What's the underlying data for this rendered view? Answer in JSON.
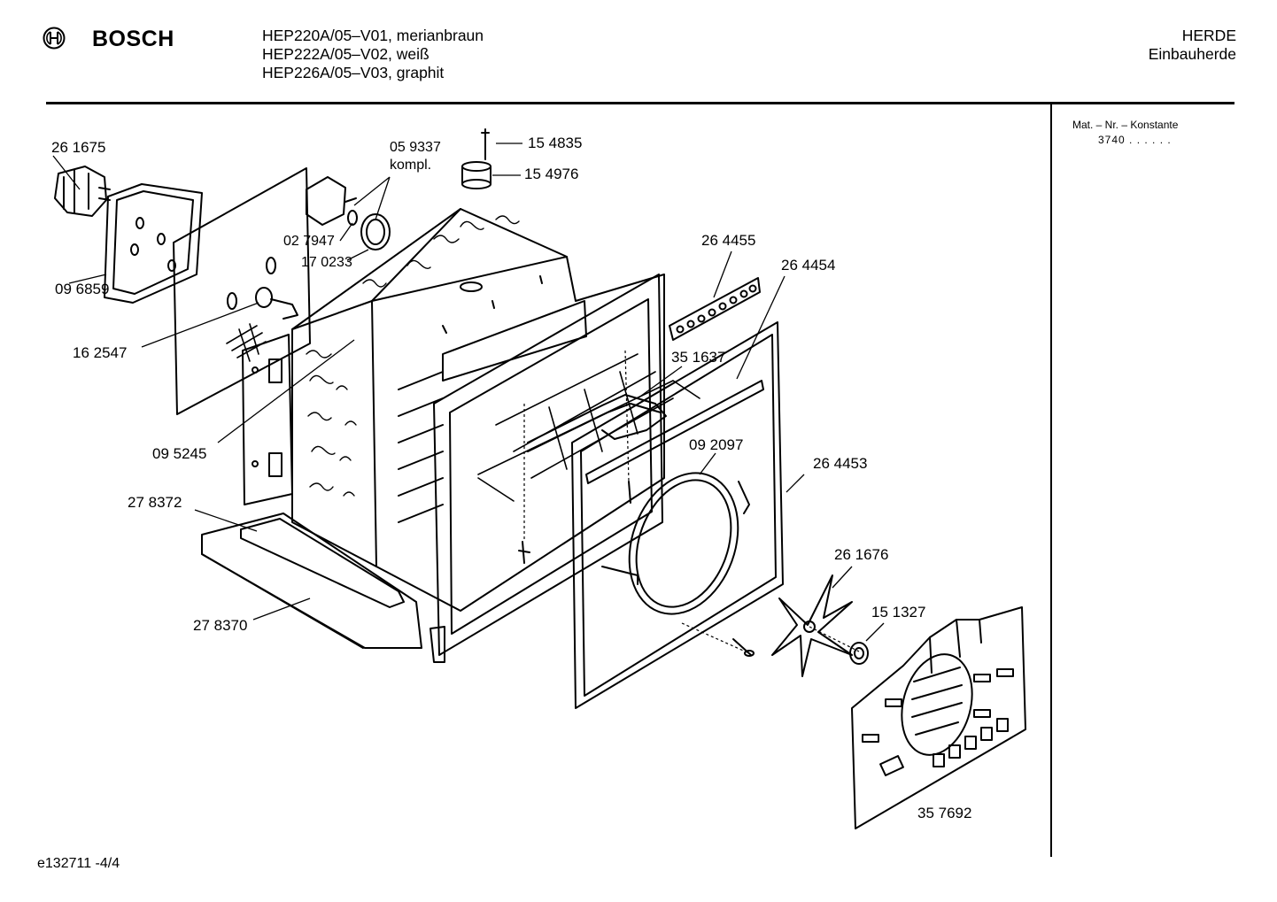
{
  "header": {
    "brand": "BOSCH",
    "models": [
      "HEP220A/05–V01, merianbraun",
      "HEP222A/05–V02, weiß",
      "HEP226A/05–V03, graphit"
    ],
    "category": [
      "HERDE",
      "Einbauherde"
    ]
  },
  "sidebar": {
    "mat_title": "Mat. – Nr. – Konstante",
    "mat_value": "3740  .  .  .  .  .  ."
  },
  "parts": {
    "p261675": "26 1675",
    "p096859": "09 6859",
    "p059337": "05 9337",
    "kompl": "kompl.",
    "p027947": "02 7947",
    "p170233": "17 0233",
    "p154835": "15 4835",
    "p154976": "15 4976",
    "p162547": "16 2547",
    "p095245": "09 5245",
    "p278372": "27 8372",
    "p278370": "27 8370",
    "p264455": "26 4455",
    "p264454": "26 4454",
    "p351637": "35 1637",
    "p092097": "09 2097",
    "p264453": "26 4453",
    "p261676": "26 1676",
    "p151327": "15 1327",
    "p357692": "35 7692"
  },
  "footer": {
    "doc_id": "e132711 -4/4"
  }
}
